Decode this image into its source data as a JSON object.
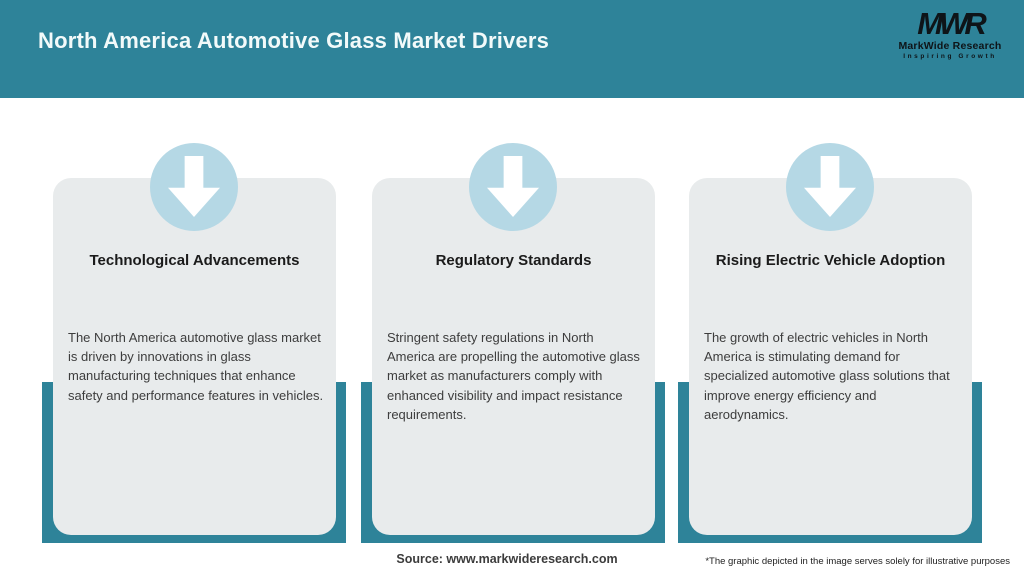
{
  "header": {
    "title": "North America Automotive Glass Market Drivers",
    "logo": {
      "monogram": "MWR",
      "name": "MarkWide Research",
      "tagline": "Inspiring Growth"
    }
  },
  "cards": [
    {
      "icon": "down-arrow-icon",
      "title": "Technological Advancements",
      "body": "The North America automotive glass market is driven by innovations in glass manufacturing techniques that enhance safety and performance features in vehicles."
    },
    {
      "icon": "down-arrow-icon",
      "title": "Regulatory Standards",
      "body": "Stringent safety regulations in North America are propelling the automotive glass market as manufacturers comply with enhanced visibility and impact resistance requirements."
    },
    {
      "icon": "down-arrow-icon",
      "title": "Rising Electric Vehicle Adoption",
      "body": "The growth of electric vehicles in North America is stimulating demand for specialized automotive glass solutions that improve energy efficiency and aerodynamics."
    }
  ],
  "footer": {
    "source": "Source: www.markwideresearch.com",
    "disclaimer": "*The graphic depicted in the image serves solely for illustrative purposes"
  },
  "colors": {
    "header_bg": "#2E8399",
    "panel_bg": "#2E8399",
    "card_bg": "#E8EBEC",
    "badge_bg": "#B5D8E5",
    "arrow": "#FFFFFF",
    "header_text": "#F2FAFA",
    "card_title_text": "#1B1B1B",
    "body_text": "#3D3D3D"
  }
}
